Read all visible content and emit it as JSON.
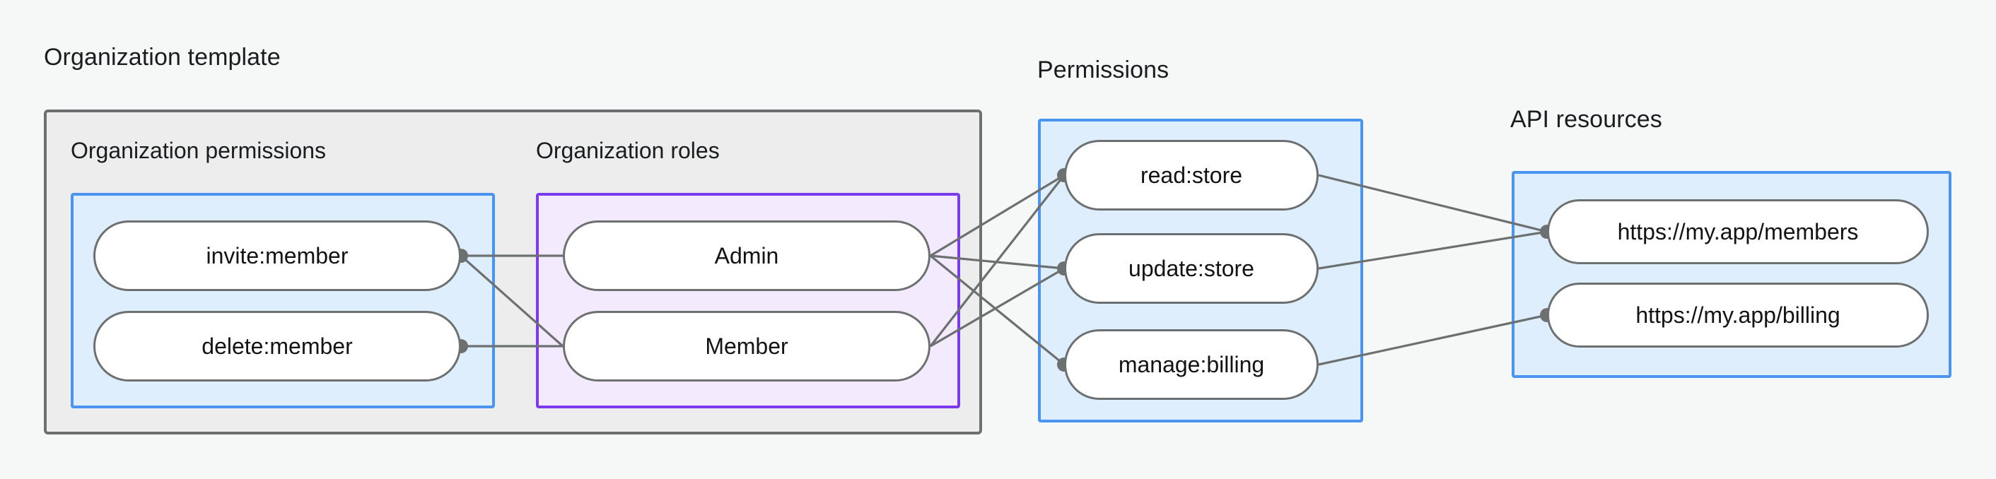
{
  "diagram": {
    "title_labels": {
      "organization_template": "Organization template",
      "permissions": "Permissions",
      "api_resources": "API resources"
    },
    "sub_labels": {
      "organization_permissions": "Organization permissions",
      "organization_roles": "Organization roles"
    },
    "colors": {
      "canvas_background": "#f6f7f7",
      "outer_box_fill": "#ecedec",
      "outer_box_border": "#6d7070",
      "blue_panel_fill": "#dfeefd",
      "blue_panel_border": "#4b95f0",
      "purple_panel_fill": "#f3eafd",
      "purple_panel_border": "#7c3aed",
      "node_fill": "#ffffff",
      "node_border": "#6d7070",
      "edge_stroke": "#6d7070",
      "text": "#1a1d1f"
    },
    "groups": [
      {
        "id": "organization-permissions",
        "label": "Organization permissions",
        "style": "blue",
        "nodes": [
          "invite:member",
          "delete:member"
        ]
      },
      {
        "id": "organization-roles",
        "label": "Organization roles",
        "style": "purple",
        "nodes": [
          "Admin",
          "Member"
        ]
      },
      {
        "id": "permissions",
        "label": "Permissions",
        "style": "blue",
        "nodes": [
          "read:store",
          "update:store",
          "manage:billing"
        ]
      },
      {
        "id": "api-resources",
        "label": "API resources",
        "style": "blue",
        "nodes": [
          "https://my.app/members",
          "https://my.app/billing"
        ]
      }
    ],
    "nodes": {
      "invite_member": "invite:member",
      "delete_member": "delete:member",
      "role_admin": "Admin",
      "role_member": "Member",
      "read_store": "read:store",
      "update_store": "update:store",
      "manage_billing": "manage:billing",
      "members_url": "https://my.app/members",
      "billing_url": "https://my.app/billing"
    },
    "edges": [
      {
        "from": "invite:member",
        "to": "Admin"
      },
      {
        "from": "invite:member",
        "to": "Member"
      },
      {
        "from": "delete:member",
        "to": "Member"
      },
      {
        "from": "Admin",
        "to": "read:store"
      },
      {
        "from": "Admin",
        "to": "update:store"
      },
      {
        "from": "Admin",
        "to": "manage:billing"
      },
      {
        "from": "Member",
        "to": "read:store"
      },
      {
        "from": "Member",
        "to": "update:store"
      },
      {
        "from": "read:store",
        "to": "https://my.app/members"
      },
      {
        "from": "update:store",
        "to": "https://my.app/members"
      },
      {
        "from": "manage:billing",
        "to": "https://my.app/billing"
      }
    ]
  }
}
